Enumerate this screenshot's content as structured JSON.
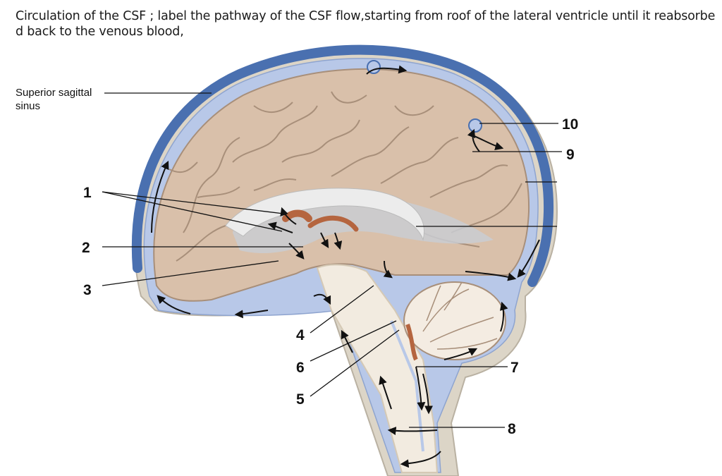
{
  "question": {
    "line1": "Circulation of the CSF ; label the pathway of the CSF flow,starting  from roof of the lateral ventricle until it reabsorbe",
    "line2": "d  back to the venous blood,"
  },
  "labels": {
    "superior_sagittal_line1": "Superior sagittal",
    "superior_sagittal_line2": "sinus",
    "n1": "1",
    "n2": "2",
    "n3": "3",
    "n4": "4",
    "n5": "5",
    "n6": "6",
    "n7": "7",
    "n8": "8",
    "n9": "9",
    "n10": "10"
  },
  "colors": {
    "dura_beige": "#dcd5c7",
    "sinus_blue": "#4a70b0",
    "csf_lightblue": "#b8c8e8",
    "brain_tan": "#d9c0aa",
    "gyri_line": "#a88f7a",
    "choroid_plexus": "#b5653f",
    "ventricle_grey": "#c9cdd2",
    "spinal_cord": "#f2ebe0"
  }
}
